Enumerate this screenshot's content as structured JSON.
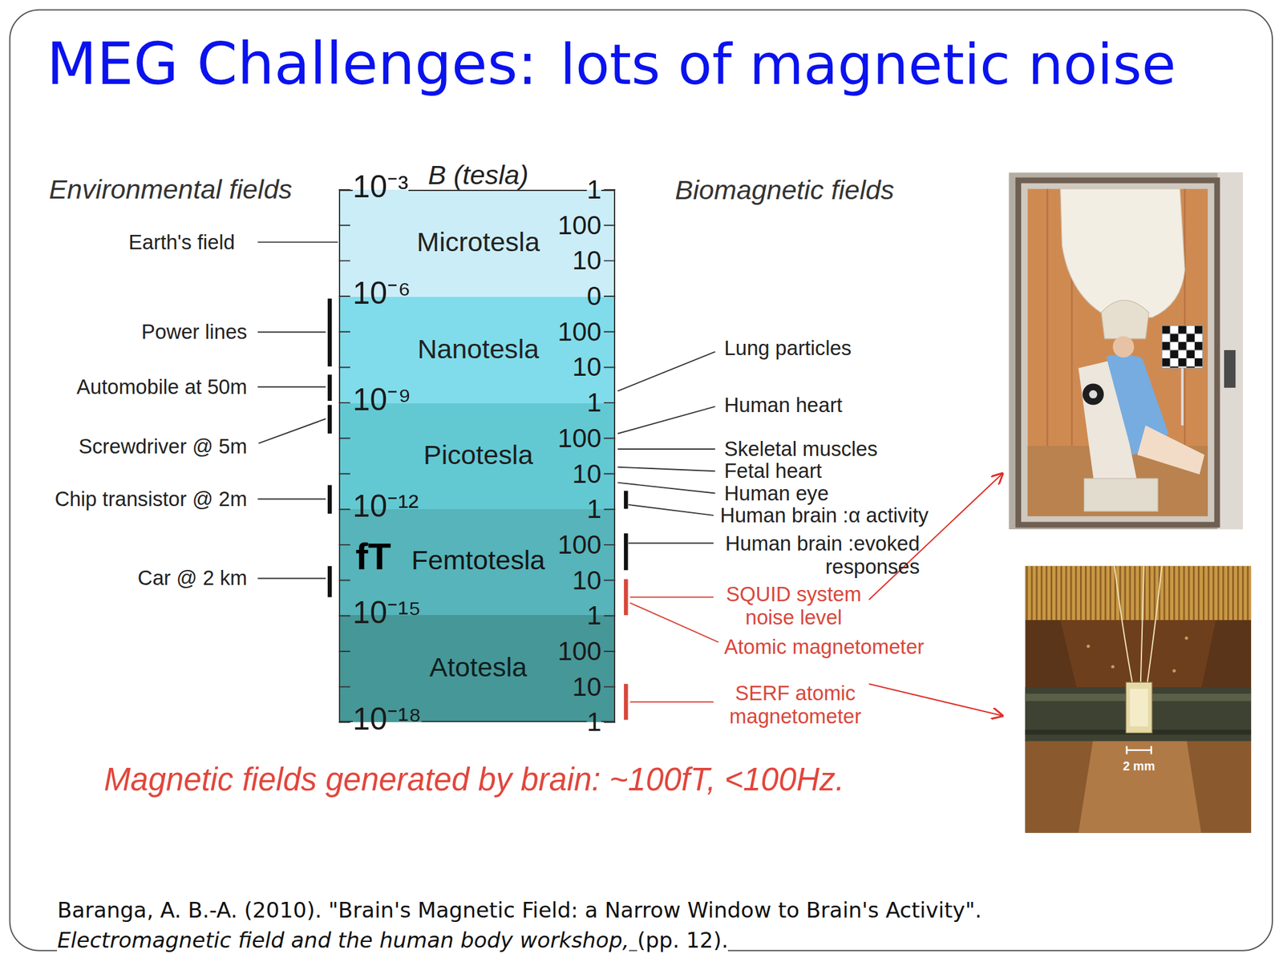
{
  "diagram": {
    "title": "MEG Challenges:",
    "caption": "Baranga, A. B.-A. (2010). \"Brain's Magnetic Field: a Narrow Window to Brain's Activity\".",
    "nodes": [
      {
        "text": [
          "B (tesla)"
        ]
      },
      {
        "text": [
          "Microtesla"
        ],
        "in": 0
      },
      {
        "text": [
          "Nanotesla"
        ],
        "in": 0
      },
      {
        "text": [
          "Picotesla"
        ],
        "in": 0
      },
      {
        "text": [
          "fT",
          "Femtotesla"
        ],
        "in": 0
      },
      {
        "text": [
          "Atotesla"
        ],
        "in": 0
      }
    ],
    "labels": [
      "lots of magnetic noise",
      "Environmental fields",
      "Biomagnetic fields",
      "10⁻³",
      "10⁻⁶",
      "10⁻⁹",
      "10⁻¹²",
      "10⁻¹⁵",
      "10⁻¹⁸",
      "1",
      "100",
      "10",
      "0",
      "100",
      "10",
      "1",
      "100",
      "10",
      "1",
      "100",
      "10",
      "1",
      "100",
      "10",
      "1",
      "Earth's field",
      "Power lines",
      "Automobile at 50m",
      "Screwdriver @ 5m",
      "Chip transistor @ 2m",
      "Car @ 2 km",
      "Lung particles",
      "Human heart",
      "Skeletal muscles",
      "Fetal heart",
      "Human eye",
      "Human brain :α activity",
      "Human brain :evoked responses",
      "SQUID system noise level",
      "Atomic magnetometer",
      "SERF atomic magnetometer",
      "Magnetic fields generated by brain: ~100fT, <100Hz.",
      "2 mm",
      "Electromagnetic field and the human body workshop,",
      "(pp. 12)."
    ]
  }
}
